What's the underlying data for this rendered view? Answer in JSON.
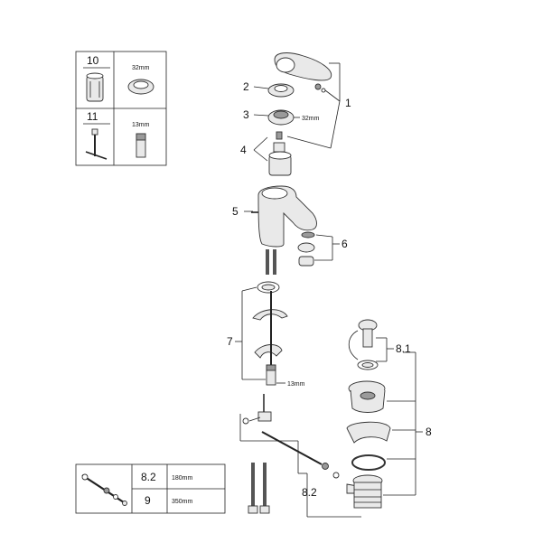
{
  "spare_table": {
    "rows": [
      {
        "part_number": "10",
        "size": "32mm"
      },
      {
        "part_number": "11",
        "size": "13mm"
      }
    ]
  },
  "length_table": {
    "rows": [
      {
        "part_number": "8.2",
        "length": "180mm"
      },
      {
        "part_number": "9",
        "length": "350mm"
      }
    ]
  },
  "callouts": {
    "c1": "1",
    "c2": "2",
    "c3": "3",
    "c3_size": "32mm",
    "c4": "4",
    "c5": "5",
    "c6": "6",
    "c7": "7",
    "c7_size": "13mm",
    "c8": "8",
    "c81": "8.1",
    "c82": "8.2"
  }
}
